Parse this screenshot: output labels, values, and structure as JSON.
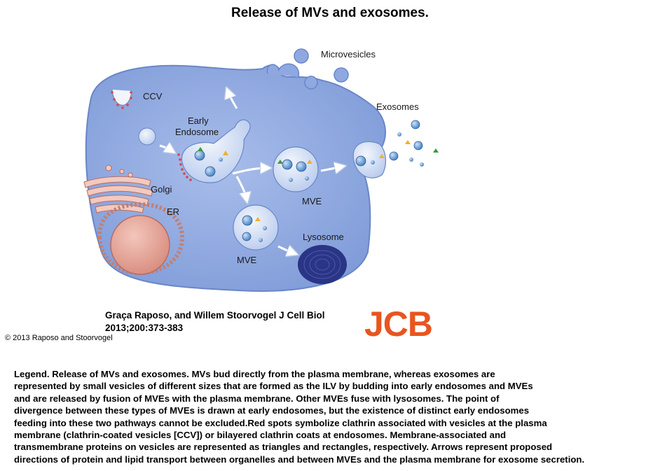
{
  "title": "Release of MVs and exosomes.",
  "labels": {
    "microvesicles": "Microvesicles",
    "ccv": "CCV",
    "early_endosome_line1": "Early",
    "early_endosome_line2": "Endosome",
    "exosomes": "Exosomes",
    "golgi": "Golgi",
    "er": "ER",
    "mve_top": "MVE",
    "mve_bottom": "MVE",
    "lysosome": "Lysosome"
  },
  "citation": {
    "line1": "Graça Raposo, and Willem Stoorvogel J Cell Biol",
    "line2": "2013;200:373-383"
  },
  "logo": "JCB",
  "copyright": "© 2013 Raposo and Stoorvogel",
  "legend_lines": [
    "Legend. Release of MVs and exosomes. MVs bud directly from the plasma membrane, whereas exosomes are",
    "represented by small vesicles of different sizes that are formed as the ILV by budding into early endosomes and MVEs",
    "and are released by fusion of MVEs with the plasma membrane. Other MVEs fuse with lysosomes.  The point of",
    "divergence between these types of MVEs is drawn at early endosomes, but the existence of distinct early endosomes",
    "feeding into these two pathways  cannot be excluded.Red spots symbolize clathrin associated with vesicles at the plasma",
    "membrane (clathrin-coated vesicles [CCV]) or bilayered clathrin coats at endosomes. Membrane-associated and",
    "transmembrane proteins on vesicles are represented as triangles and rectangles, respectively. Arrows represent proposed",
    "directions of protein and lipid transport between organelles and between MVEs and the plasma membrane for exosome secretion."
  ],
  "colors": {
    "cell_fill": "#8fa9e0",
    "cell_stroke": "#6a86c8",
    "vesicle_fill": "#dbe6f7",
    "nucleus": "#e7a79a",
    "lysosome": "#2a3585",
    "clathrin": "#d9454a",
    "logo": "#e8551f"
  }
}
